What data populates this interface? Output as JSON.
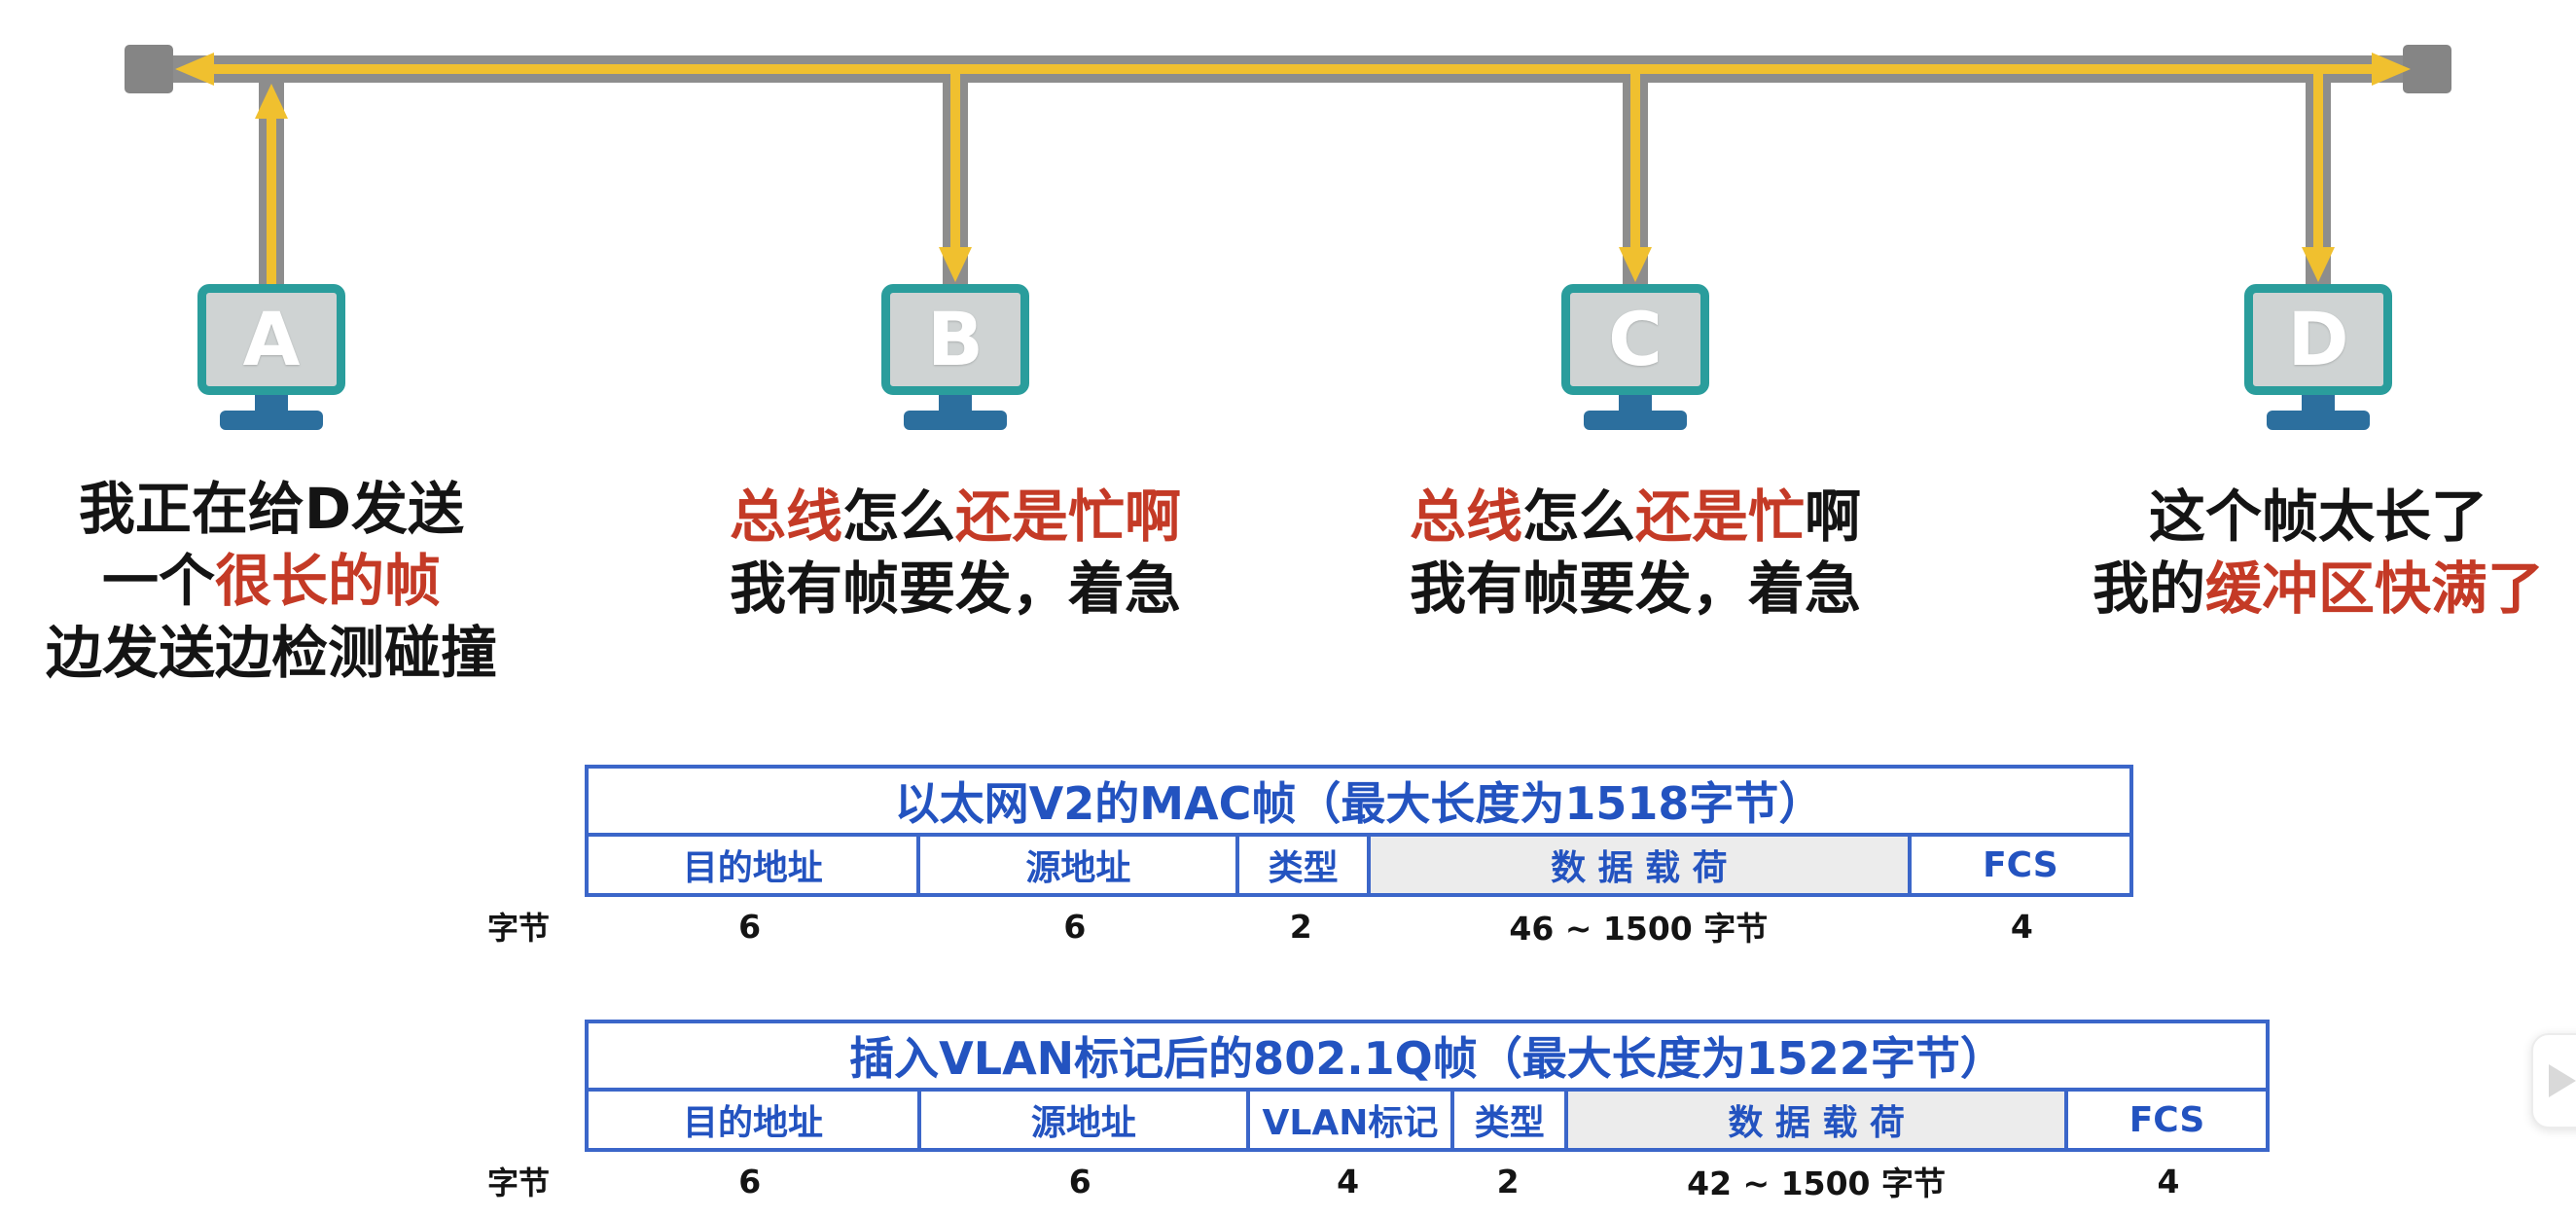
{
  "diagram_title": "CSMA/CD bus network with Ethernet frame format tables",
  "colors": {
    "bus_gray": "#8d8d8d",
    "signal_yellow": "#f0c02f",
    "monitor_teal": "#2a9d9c",
    "monitor_screen_gray": "#cfd3d3",
    "stand_blue": "#2c6f9e",
    "emphasis_red": "#c43a26",
    "table_border_blue": "#3b66c9",
    "table_text_blue": "#2353c0",
    "payload_shaded_gray": "#ececec"
  },
  "computers": [
    {
      "label": "A",
      "arrow_direction": "up",
      "caption_lines": [
        {
          "segments": [
            {
              "text": "我正在给D发送",
              "red": false
            }
          ]
        },
        {
          "segments": [
            {
              "text": "一个",
              "red": false
            },
            {
              "text": "很长的帧",
              "red": true
            }
          ]
        },
        {
          "segments": [
            {
              "text": "边发送边检测碰撞",
              "red": false
            }
          ]
        }
      ]
    },
    {
      "label": "B",
      "arrow_direction": "down",
      "caption_lines": [
        {
          "segments": [
            {
              "text": "总线",
              "red": true
            },
            {
              "text": "怎么",
              "red": false
            },
            {
              "text": "还是忙啊",
              "red": true
            }
          ]
        },
        {
          "segments": [
            {
              "text": "我有帧要发，着急",
              "red": false
            }
          ]
        }
      ]
    },
    {
      "label": "C",
      "arrow_direction": "down",
      "caption_lines": [
        {
          "segments": [
            {
              "text": "总线",
              "red": true
            },
            {
              "text": "怎么",
              "red": false
            },
            {
              "text": "还是忙",
              "red": true
            },
            {
              "text": "啊",
              "red": false
            }
          ]
        },
        {
          "segments": [
            {
              "text": "我有帧要发，着急",
              "red": false
            }
          ]
        }
      ]
    },
    {
      "label": "D",
      "arrow_direction": "down",
      "caption_lines": [
        {
          "segments": [
            {
              "text": "这个帧太长了",
              "red": false
            }
          ]
        },
        {
          "segments": [
            {
              "text": "我的",
              "red": false
            },
            {
              "text": "缓冲区快满了",
              "red": true
            }
          ]
        }
      ]
    }
  ],
  "tables": [
    {
      "title": "以太网V2的MAC帧（最大长度为1518字节）",
      "byte_label": "字节",
      "columns": [
        {
          "label": "目的地址",
          "bytes": "6",
          "shaded": false
        },
        {
          "label": "源地址",
          "bytes": "6",
          "shaded": false
        },
        {
          "label": "类型",
          "bytes": "2",
          "shaded": false
        },
        {
          "label": "数 据 载 荷",
          "bytes": "46 ~ 1500 字节",
          "shaded": true
        },
        {
          "label": "FCS",
          "bytes": "4",
          "shaded": false
        }
      ]
    },
    {
      "title": "插入VLAN标记后的802.1Q帧（最大长度为1522字节）",
      "byte_label": "字节",
      "columns": [
        {
          "label": "目的地址",
          "bytes": "6",
          "shaded": false
        },
        {
          "label": "源地址",
          "bytes": "6",
          "shaded": false
        },
        {
          "label": "VLAN标记",
          "bytes": "4",
          "shaded": false
        },
        {
          "label": "类型",
          "bytes": "2",
          "shaded": false
        },
        {
          "label": "数 据 载 荷",
          "bytes": "42 ~ 1500 字节",
          "shaded": true
        },
        {
          "label": "FCS",
          "bytes": "4",
          "shaded": false
        }
      ]
    }
  ]
}
